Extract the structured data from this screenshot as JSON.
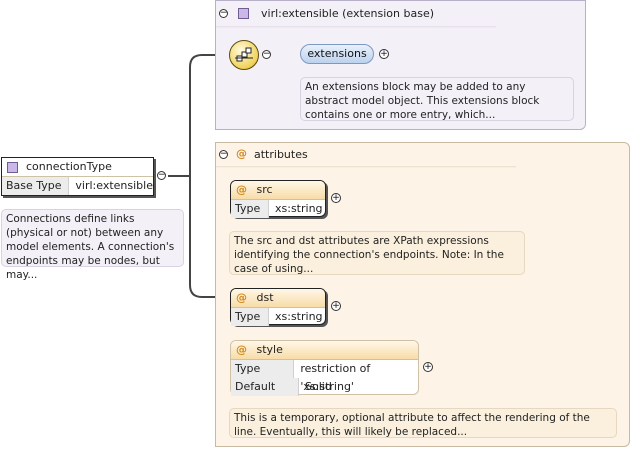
{
  "root": {
    "name": "connectionType",
    "base_type_label": "Base Type",
    "base_type_value": "virl:extensible",
    "note": "Connections define links (physical or not) between any model elements. A connection's endpoints may be nodes, but may..."
  },
  "extension_base": {
    "title": "virl:extensible (extension base)",
    "element_name": "extensions",
    "note": "An extensions block may be added to any abstract model object. This extensions block contains one or more entry, which..."
  },
  "attributes": {
    "title": "attributes",
    "items": [
      {
        "name": "src",
        "rows": [
          {
            "key": "Type",
            "value": "xs:string"
          }
        ],
        "note": "The src and dst attributes are XPath expressions identifying the connection's endpoints. Note: In the case of using..."
      },
      {
        "name": "dst",
        "rows": [
          {
            "key": "Type",
            "value": "xs:string"
          }
        ]
      },
      {
        "name": "style",
        "rows": [
          {
            "key": "Type",
            "value": "restriction of 'xs:string'"
          },
          {
            "key": "Default",
            "value": "Solid"
          }
        ],
        "note": "This is a temporary, optional attribute to affect the rendering of the line. Eventually, this will likely be replaced..."
      }
    ]
  },
  "symbols": {
    "collapse": "−",
    "expand": "+",
    "attribute": "@"
  }
}
